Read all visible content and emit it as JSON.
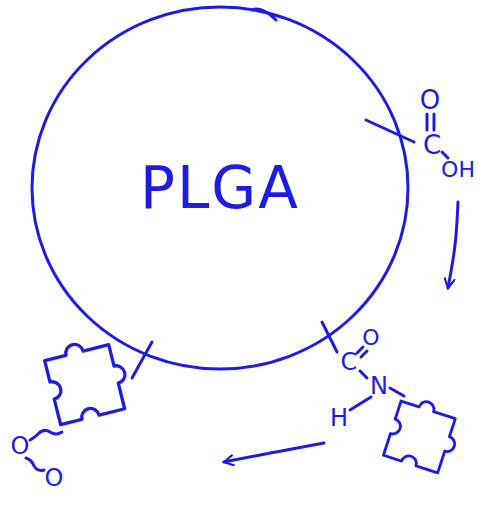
{
  "diagram": {
    "nodes": [
      {
        "text": [
          "PLGA"
        ]
      }
    ],
    "labels": [
      "O",
      "C",
      "OH",
      "O",
      "C",
      "N",
      "H",
      "O",
      "O"
    ]
  }
}
